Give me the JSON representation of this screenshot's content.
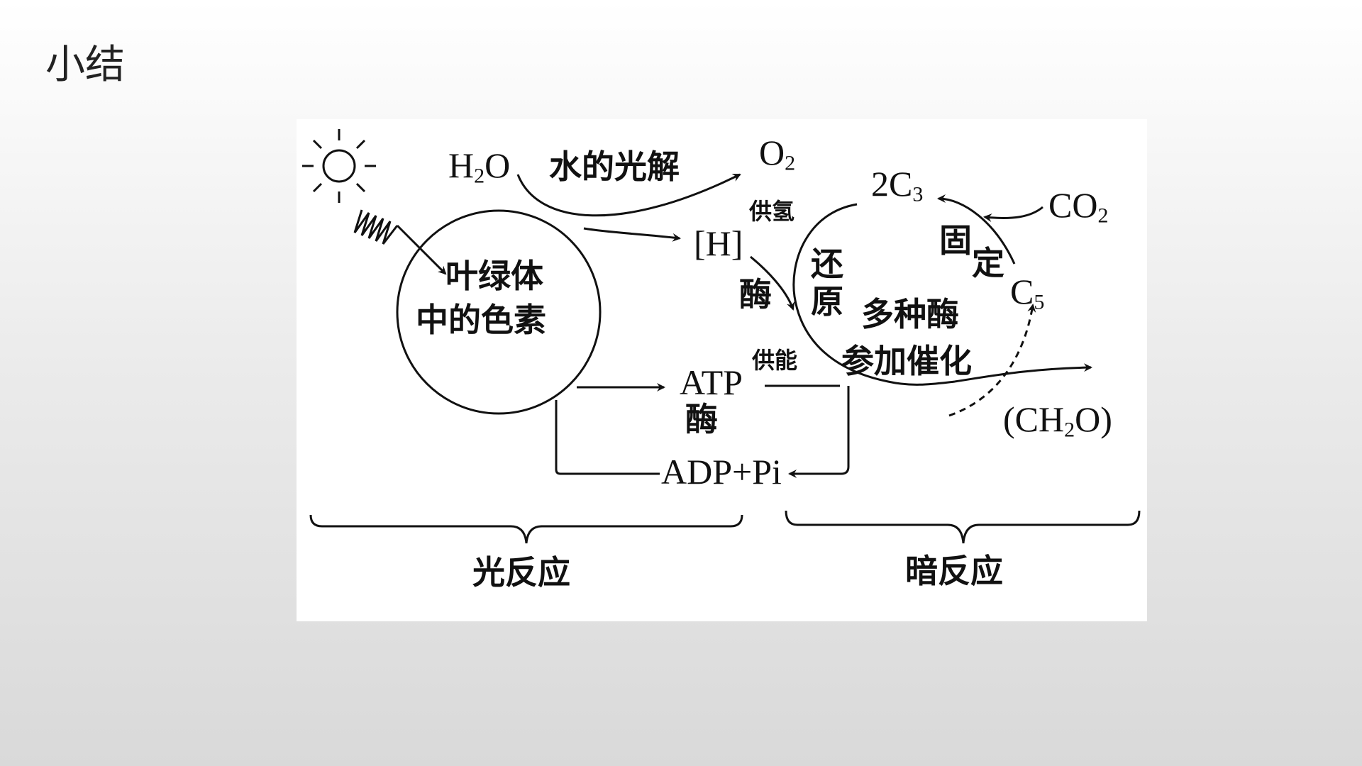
{
  "slide": {
    "title": "小结"
  },
  "diagram": {
    "sun_icon": "sun-icon",
    "chloroplast": {
      "line1": "叶绿体",
      "line2": "中的色素"
    },
    "water": {
      "main": "H",
      "sub": "2",
      "tail": "O"
    },
    "water_photolysis": "水的光解",
    "oxygen": {
      "main": "O",
      "sub": "2"
    },
    "hydrogen": "[H]",
    "supply_hydrogen": "供氢",
    "enzyme_h": "酶",
    "reduction": "还原",
    "atp": "ATP",
    "supply_energy": "供能",
    "enzyme_atp": "酶",
    "adp_pi": "ADP+Pi",
    "c3": {
      "pre": "2C",
      "sub": "3"
    },
    "co2": {
      "main": "CO",
      "sub": "2"
    },
    "fixation": {
      "line1": "固",
      "line2": "定"
    },
    "c5": {
      "main": "C",
      "sub": "5"
    },
    "multi_enzyme": "多种酶",
    "catalysis": "参加催化",
    "carbohydrate": {
      "pre": "(CH",
      "sub": "2",
      "post": "O)"
    },
    "light_reaction": "光反应",
    "dark_reaction": "暗反应"
  }
}
